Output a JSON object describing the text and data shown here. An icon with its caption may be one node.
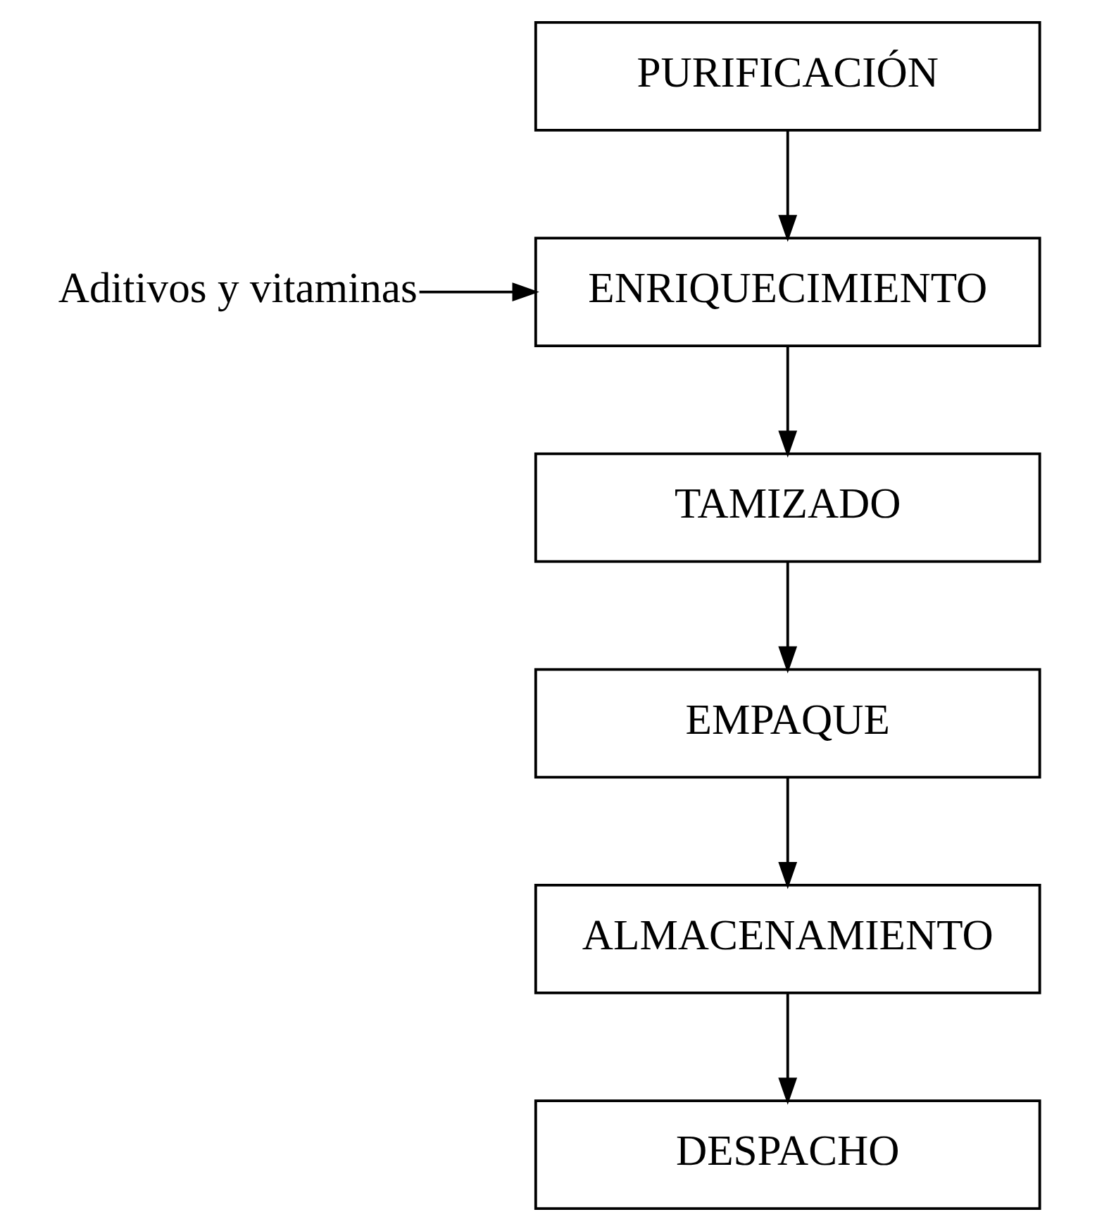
{
  "diagram": {
    "nodes": [
      {
        "text": [
          "PURIFICACIÓN"
        ]
      },
      {
        "text": [
          "ENRIQUECIMIENTO"
        ]
      },
      {
        "text": [
          "TAMIZADO"
        ]
      },
      {
        "text": [
          "EMPAQUE"
        ]
      },
      {
        "text": [
          "ALMACENAMIENTO"
        ]
      },
      {
        "text": [
          "DESPACHO"
        ]
      },
      {
        "text": [
          "Aditivos y vitaminas"
        ]
      }
    ],
    "edges": [
      {
        "from": 0,
        "to": 1,
        "arrow": "to"
      },
      {
        "from": 6,
        "to": 1,
        "arrow": "to"
      },
      {
        "from": 1,
        "to": 2,
        "arrow": "to"
      },
      {
        "from": 2,
        "to": 3,
        "arrow": "to"
      },
      {
        "from": 3,
        "to": 4,
        "arrow": "to"
      },
      {
        "from": 4,
        "to": 5,
        "arrow": "to"
      }
    ]
  }
}
